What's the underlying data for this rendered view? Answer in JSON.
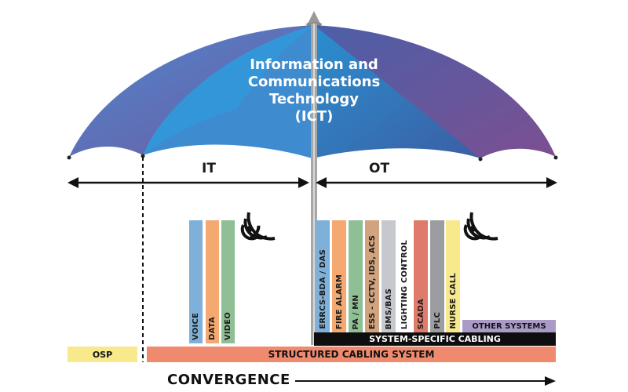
{
  "canopy": {
    "title_lines": [
      "Information and",
      "Communications",
      "Technology",
      "(ICT)"
    ]
  },
  "it": {
    "label": "IT",
    "bars": [
      {
        "label": "VOICE",
        "color": "#7fb0d9"
      },
      {
        "label": "DATA",
        "color": "#f5a86f"
      },
      {
        "label": "VIDEO",
        "color": "#8fbf94"
      }
    ]
  },
  "ot": {
    "label": "OT",
    "bars": [
      {
        "label": "ERRCS-BDA / DAS",
        "color": "#7fb0d9"
      },
      {
        "label": "FIRE ALARM",
        "color": "#f5a86f"
      },
      {
        "label": "PA / MN",
        "color": "#8fbf94"
      },
      {
        "label": "ESS - CCTV, IDS, ACS",
        "color": "#d2a37f"
      },
      {
        "label": "BMS/BAS",
        "color": "#c6c8ce"
      },
      {
        "label": "LIGHTING CONTROL",
        "color": "#ffffff"
      },
      {
        "label": "SCADA",
        "color": "#de7b6b"
      },
      {
        "label": "PLC",
        "color": "#9c9da1"
      },
      {
        "label": "NURSE CALL",
        "color": "#f7e98c"
      }
    ],
    "other_systems": "OTHER SYSTEMS"
  },
  "bands": {
    "osp": "OSP",
    "structured": "STRUCTURED CABLING SYSTEM",
    "system_specific": "SYSTEM-SPECIFIC CABLING"
  },
  "footer": {
    "convergence": "CONVERGENCE"
  },
  "colors": {
    "canopy_teal": "#1f9fd8",
    "canopy_purple": "#7a4f92",
    "osp": "#f7e98c",
    "structured": "#ef8a6e",
    "system_specific": "#0e0e0e",
    "other_systems": "#a99bc6"
  }
}
